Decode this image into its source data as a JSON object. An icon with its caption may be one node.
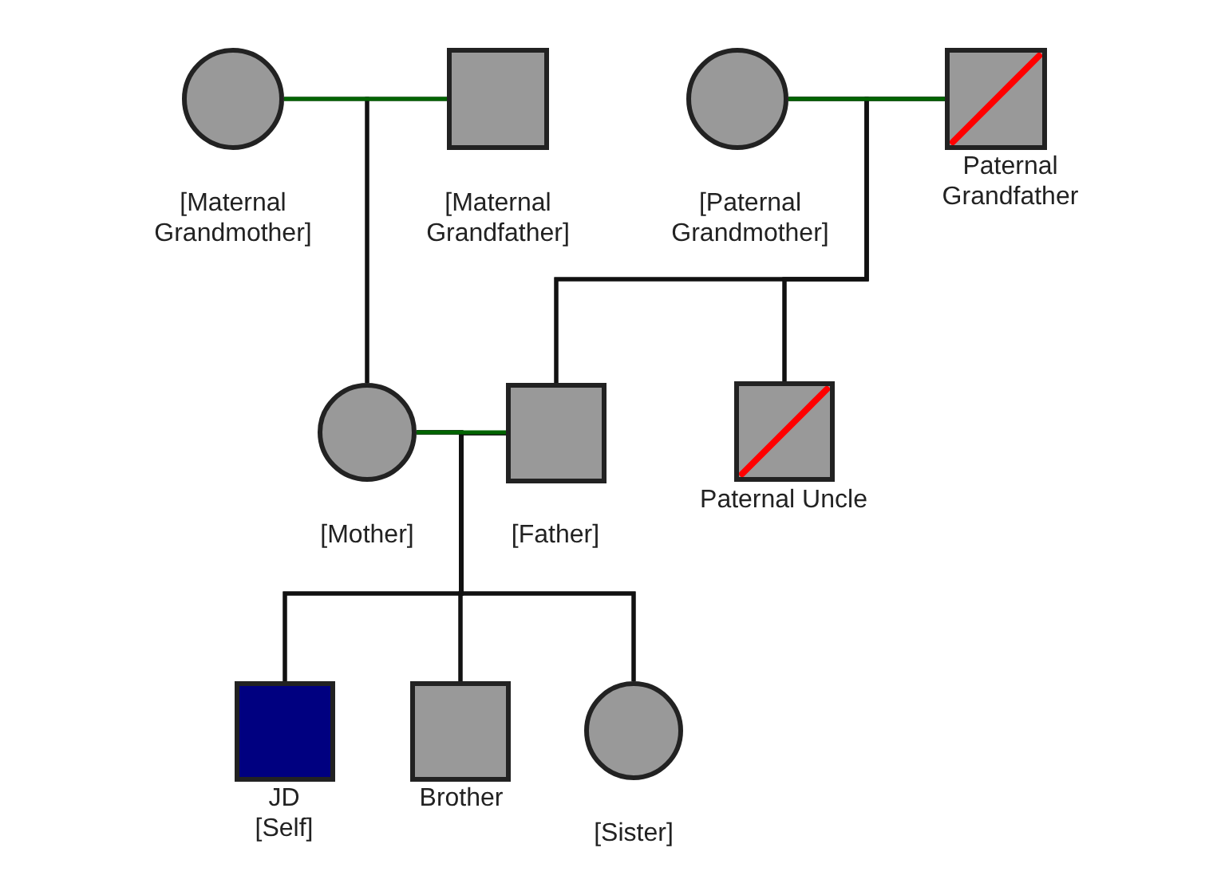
{
  "diagram": {
    "nodes": [
      {
        "text": [],
        "shape": "circle",
        "beside": [
          "[Maternal Grandmother]"
        ]
      },
      {
        "text": [],
        "shape": "box",
        "beside": [
          "[Maternal Grandfather]"
        ]
      },
      {
        "text": [],
        "shape": "circle",
        "beside": [
          "[Paternal Grandmother]"
        ]
      },
      {
        "text": [],
        "shape": "box",
        "beside": [
          "Paternal Grandfather"
        ]
      },
      {
        "text": [],
        "shape": "circle",
        "beside": [
          "[Mother]"
        ]
      },
      {
        "text": [],
        "shape": "box",
        "beside": [
          "[Father]"
        ]
      },
      {
        "text": [],
        "shape": "box",
        "beside": [
          "Paternal Uncle"
        ]
      },
      {
        "text": [],
        "shape": "box",
        "beside": [
          "JD [Self]"
        ]
      },
      {
        "text": [],
        "shape": "box",
        "beside": [
          "Brother"
        ]
      },
      {
        "text": [],
        "shape": "circle",
        "beside": [
          "[Sister]"
        ]
      }
    ],
    "edges": [
      {
        "from": 0,
        "to": 1,
        "arrow": "none",
        "color": "#006400"
      },
      {
        "from": 0,
        "to": 4,
        "arrow": "none"
      },
      {
        "from": 1,
        "to": 4,
        "arrow": "none"
      },
      {
        "from": 2,
        "to": 3,
        "arrow": "none",
        "color": "#006400"
      },
      {
        "from": 2,
        "to": 5,
        "arrow": "none"
      },
      {
        "from": 3,
        "to": 5,
        "arrow": "none"
      },
      {
        "from": 2,
        "to": 6,
        "arrow": "none"
      },
      {
        "from": 3,
        "to": 6,
        "arrow": "none"
      },
      {
        "from": 4,
        "to": 5,
        "arrow": "none",
        "color": "#006400"
      },
      {
        "from": 4,
        "to": 7,
        "arrow": "none"
      },
      {
        "from": 5,
        "to": 7,
        "arrow": "none"
      },
      {
        "from": 4,
        "to": 8,
        "arrow": "none"
      },
      {
        "from": 5,
        "to": 8,
        "arrow": "none"
      },
      {
        "from": 4,
        "to": 9,
        "arrow": "none"
      },
      {
        "from": 5,
        "to": 9,
        "arrow": "none"
      }
    ]
  }
}
